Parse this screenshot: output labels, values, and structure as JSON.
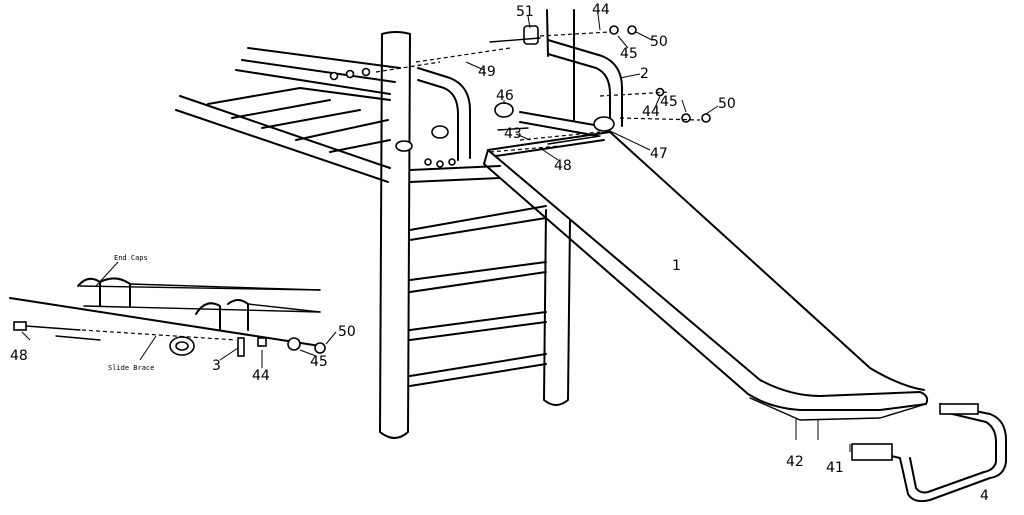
{
  "callouts": {
    "c51": "51",
    "c44a": "44",
    "c45a": "45",
    "c50a": "50",
    "c49": "49",
    "c2": "2",
    "c46": "46",
    "c44b": "44",
    "c45b": "45",
    "c50b": "50",
    "c43": "43",
    "c48a": "48",
    "c47": "47",
    "c1": "1",
    "c42": "42",
    "c41": "41",
    "c4": "4",
    "c48b": "48",
    "c3": "3",
    "c44c": "44",
    "c45c": "45",
    "c50c": "50"
  },
  "notes": {
    "end_caps": "End Caps",
    "slide_brace": "Slide Brace"
  }
}
